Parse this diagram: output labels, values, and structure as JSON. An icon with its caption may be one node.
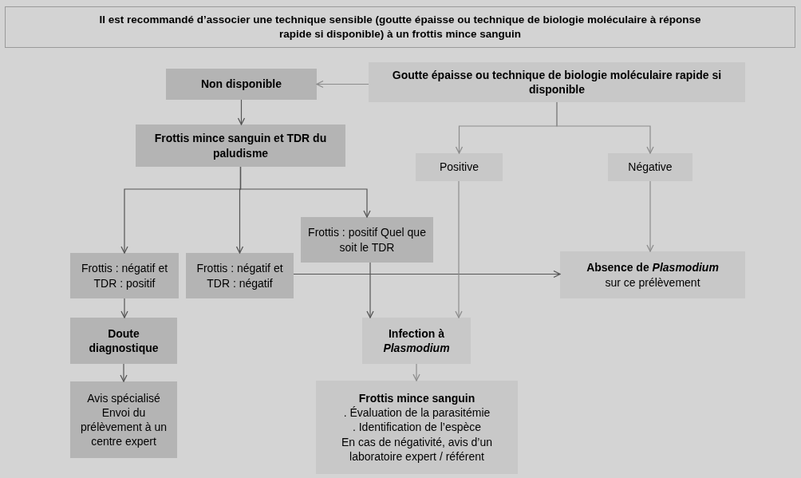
{
  "diagram": {
    "nodes": [
      {
        "text": [
          "Il est recommandé d’associer une technique sensible (goutte épaisse ou technique de biologie moléculaire à réponse rapide si disponible) à un frottis mince sanguin"
        ]
      },
      {
        "text": [
          "Non disponible"
        ]
      },
      {
        "text": [
          "Goutte épaisse ou technique de biologie moléculaire rapide si disponible"
        ]
      },
      {
        "text": [
          "Frottis mince sanguin et TDR du paludisme"
        ]
      },
      {
        "text": [
          "Positive"
        ]
      },
      {
        "text": [
          "Négative"
        ]
      },
      {
        "text": [
          "Frottis : positif Quel que soit le TDR"
        ]
      },
      {
        "text": [
          "Frottis : négatif et TDR : positif"
        ]
      },
      {
        "text": [
          "Frottis : négatif et TDR : négatif"
        ]
      },
      {
        "text": [
          "Absence de *Plasmodium*",
          "sur ce prélèvement"
        ]
      },
      {
        "text": [
          "Doute diagnostique"
        ]
      },
      {
        "text": [
          "Infection à *Plasmodium*"
        ]
      },
      {
        "text": [
          "Avis spécialisé",
          "Envoi du prélèvement à un centre expert"
        ]
      },
      {
        "text": [
          "Frottis mince sanguin",
          ". Évaluation de la parasitémie",
          ". Identification de l’espèce",
          "En cas de négativité, avis d’un laboratoire expert / référent"
        ]
      }
    ],
    "edges": [
      {
        "from": 2,
        "to": 1,
        "arrow": "to",
        "color": "#8c8c8c"
      },
      {
        "from": 1,
        "to": 3,
        "arrow": "to"
      },
      {
        "from": 2,
        "to": 4,
        "arrow": "to",
        "color": "#8c8c8c"
      },
      {
        "from": 2,
        "to": 5,
        "arrow": "to",
        "color": "#8c8c8c"
      },
      {
        "from": 3,
        "to": 7,
        "arrow": "to"
      },
      {
        "from": 3,
        "to": 8,
        "arrow": "to"
      },
      {
        "from": 3,
        "to": 6,
        "arrow": "to"
      },
      {
        "from": 8,
        "to": 9,
        "arrow": "to"
      },
      {
        "from": 5,
        "to": 9,
        "arrow": "to",
        "color": "#8c8c8c"
      },
      {
        "from": 6,
        "to": 11,
        "arrow": "to"
      },
      {
        "from": 4,
        "to": 11,
        "arrow": "to",
        "color": "#8c8c8c"
      },
      {
        "from": 7,
        "to": 10,
        "arrow": "to"
      },
      {
        "from": 10,
        "to": 12,
        "arrow": "to"
      },
      {
        "from": 11,
        "to": 13,
        "arrow": "to",
        "color": "#8c8c8c"
      }
    ]
  }
}
